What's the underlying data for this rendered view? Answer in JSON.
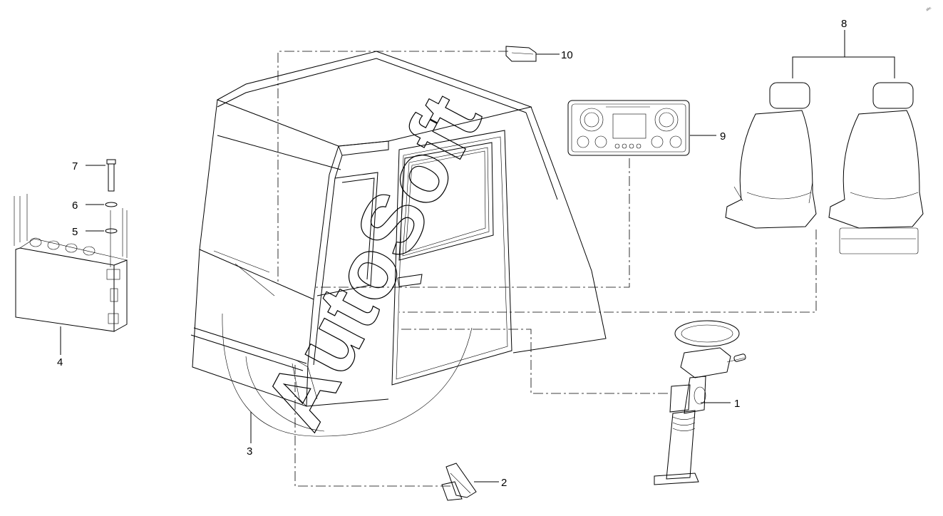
{
  "diagram": {
    "callouts": {
      "c1": "1",
      "c2": "2",
      "c3": "3",
      "c4": "4",
      "c5": "5",
      "c6": "6",
      "c7": "7",
      "c8": "8",
      "c9": "9",
      "c10": "10"
    },
    "watermark": "AutoSoft",
    "corner_mark": "ᵃᵇᶜ"
  }
}
